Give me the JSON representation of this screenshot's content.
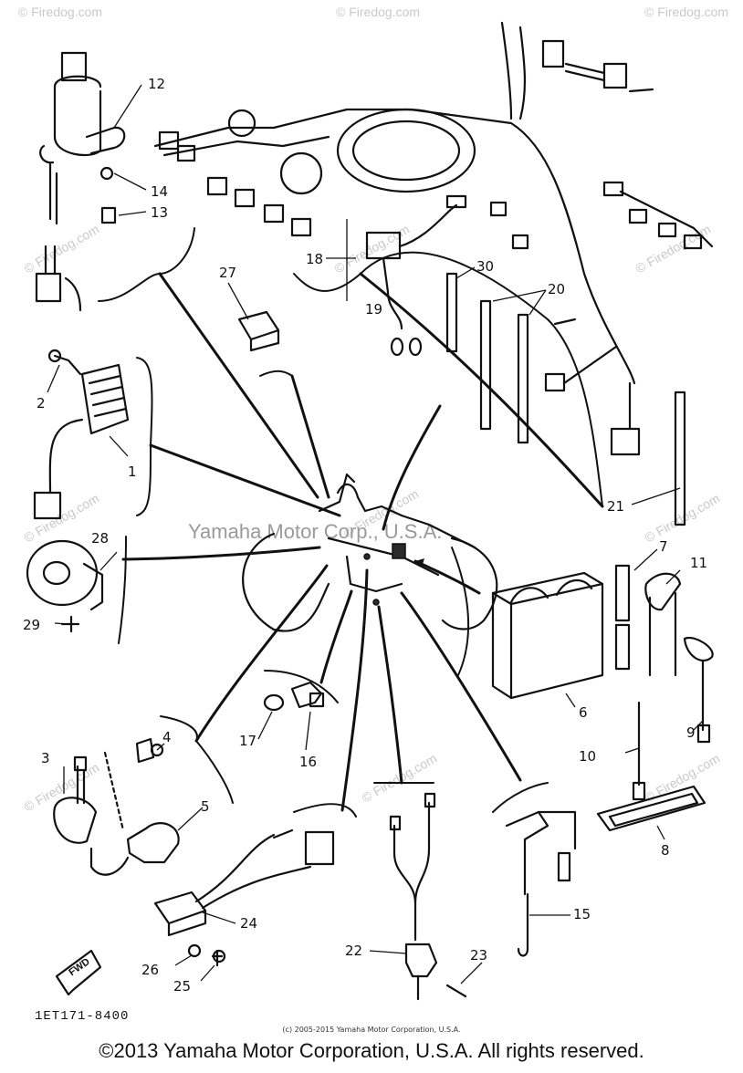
{
  "watermarks": {
    "site": "© Firedog.com",
    "manufacturer": "Yamaha Motor Corp., U.S.A."
  },
  "callouts": [
    "1",
    "2",
    "3",
    "4",
    "5",
    "6",
    "7",
    "8",
    "9",
    "10",
    "11",
    "12",
    "13",
    "14",
    "15",
    "16",
    "17",
    "18",
    "19",
    "20",
    "21",
    "22",
    "23",
    "24",
    "25",
    "26",
    "27",
    "28",
    "29",
    "30"
  ],
  "fwd_label": "FWD",
  "drawing_code": "1ET171-8400",
  "small_copyright": "(c) 2005-2015 Yamaha Motor Corporation, U.S.A.",
  "footer": "©2013 Yamaha Motor Corporation, U.S.A. All rights reserved."
}
